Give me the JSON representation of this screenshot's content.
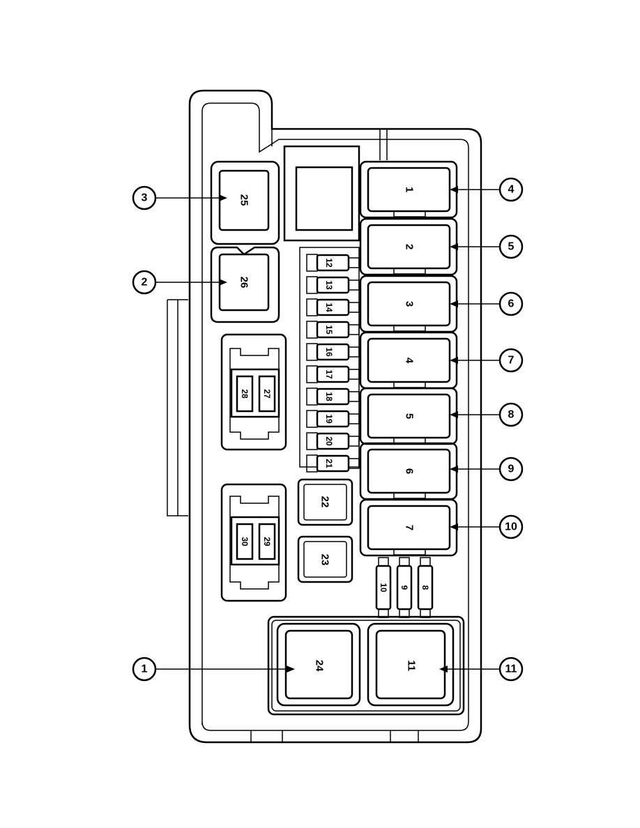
{
  "title": "Fuse and relay center location diagram",
  "left_relays": {
    "r25": "25",
    "r26": "26"
  },
  "right_relays": [
    "1",
    "2",
    "3",
    "4",
    "5",
    "6",
    "7"
  ],
  "mini_fuses": [
    "12",
    "13",
    "14",
    "15",
    "16",
    "17",
    "18",
    "19",
    "20",
    "21"
  ],
  "holder_a": {
    "left": "28",
    "right": "27"
  },
  "holder_b": {
    "left": "30",
    "right": "29"
  },
  "square_fuses": {
    "f22": "22",
    "f23": "23"
  },
  "bottom_fuses": [
    "10",
    "9",
    "8"
  ],
  "large_relays": {
    "left": "24",
    "right": "11"
  },
  "callouts_left": {
    "c3": "3",
    "c2": "2",
    "c1": "1"
  },
  "callouts_right": [
    "4",
    "5",
    "6",
    "7",
    "8",
    "9",
    "10",
    "11"
  ]
}
